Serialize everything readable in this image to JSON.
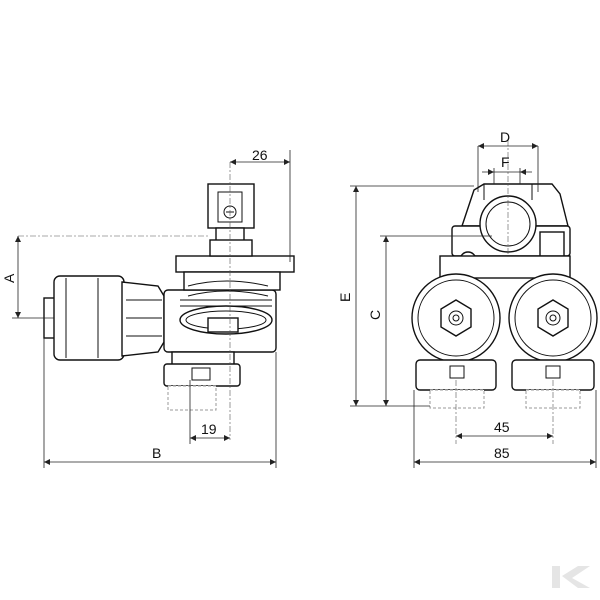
{
  "dimensions": {
    "dim_26": "26",
    "dim_19": "19",
    "dim_A": "A",
    "dim_B": "B",
    "dim_D": "D",
    "dim_F": "F",
    "dim_E": "E",
    "dim_C": "C",
    "dim_45": "45",
    "dim_85": "85"
  },
  "logo": {
    "icon": "kramp-k-logo"
  }
}
